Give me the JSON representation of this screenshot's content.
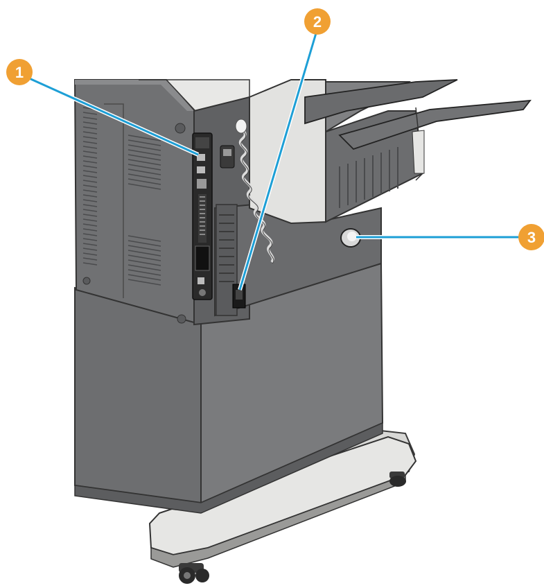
{
  "callouts": [
    {
      "id": 1,
      "label": "1",
      "target": "interface-ports"
    },
    {
      "id": 2,
      "label": "2",
      "target": "power-connection"
    },
    {
      "id": 3,
      "label": "3",
      "target": "power-switch"
    }
  ],
  "colors": {
    "callout_fill": "#f0a033",
    "leader_line": "#1d9fd6",
    "body_dark": "#6b6c6e",
    "body_mid": "#7c7d7f",
    "body_light": "#8e8f91",
    "tray_light": "#e4e4e2",
    "panel_black": "#1c1c1c"
  }
}
